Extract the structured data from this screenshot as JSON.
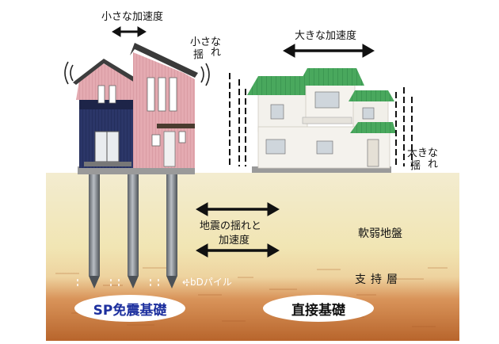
{
  "labels": {
    "small_accel_top": "小さな加速度",
    "small_shake_line1": "小さな",
    "small_shake_line2_a": "揺",
    "small_shake_line2_b": "れ",
    "large_accel_top": "大きな加速度",
    "large_shake_line1": "大きな",
    "large_shake_line2_a": "揺",
    "large_shake_line2_b": "れ",
    "quake_line1": "地震の揺れと",
    "quake_line2": "加速度",
    "soft_ground": "軟弱地盤",
    "bearing_layer": "支持層",
    "pile_label": "←bDパイル",
    "sp_foundation": "SP免震基礎",
    "direct_foundation": "直接基礎"
  },
  "colors": {
    "sp_text": "#1c2f9e",
    "soil_top": "#efe7c4",
    "soil_mid": "#f1e6b0",
    "bearing": "#c7793b",
    "pink_wall": "#e2a7ae",
    "navy_wall": "#2a3566",
    "green_roof": "#43a35a"
  },
  "icons": [
    "double-arrow-icon",
    "vibration-lines-icon",
    "pile-icon",
    "house-icon"
  ]
}
